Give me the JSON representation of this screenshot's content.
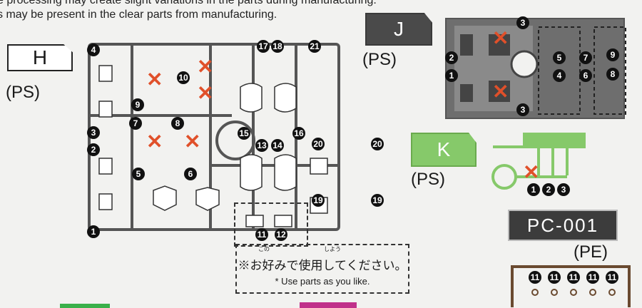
{
  "header": {
    "line1": "e processing may create slight variations in the parts during manufacturing.",
    "line2": "s may be present in the clear parts from manufacturing."
  },
  "runners": {
    "h": {
      "tag": "H",
      "material": "(PS)"
    },
    "j": {
      "tag": "J",
      "material": "(PS)"
    },
    "k": {
      "tag": "K",
      "material": "(PS)"
    },
    "pc": {
      "tag": "PC-001",
      "material": "(PE)"
    }
  },
  "note": {
    "jp": "※お好みで使用してください。",
    "ruby1": "この",
    "ruby2": "しよう",
    "en": "* Use parts as you like."
  },
  "part_numbers": {
    "h": [
      "4",
      "9",
      "3",
      "2",
      "5",
      "1",
      "7",
      "8",
      "10",
      "6",
      "17",
      "18",
      "21",
      "15",
      "16",
      "13",
      "14",
      "20",
      "20",
      "19",
      "19",
      "11",
      "12"
    ],
    "j": [
      "3",
      "2",
      "1",
      "3",
      "5",
      "7",
      "9",
      "4",
      "6",
      "8"
    ],
    "k": [
      "1",
      "2",
      "3"
    ],
    "pc": [
      "11",
      "11",
      "11",
      "11",
      "11"
    ]
  },
  "colors": {
    "x_mark": "#e0502a",
    "k_runner": "#86c96a",
    "j_runner": "#4a4a4a"
  }
}
